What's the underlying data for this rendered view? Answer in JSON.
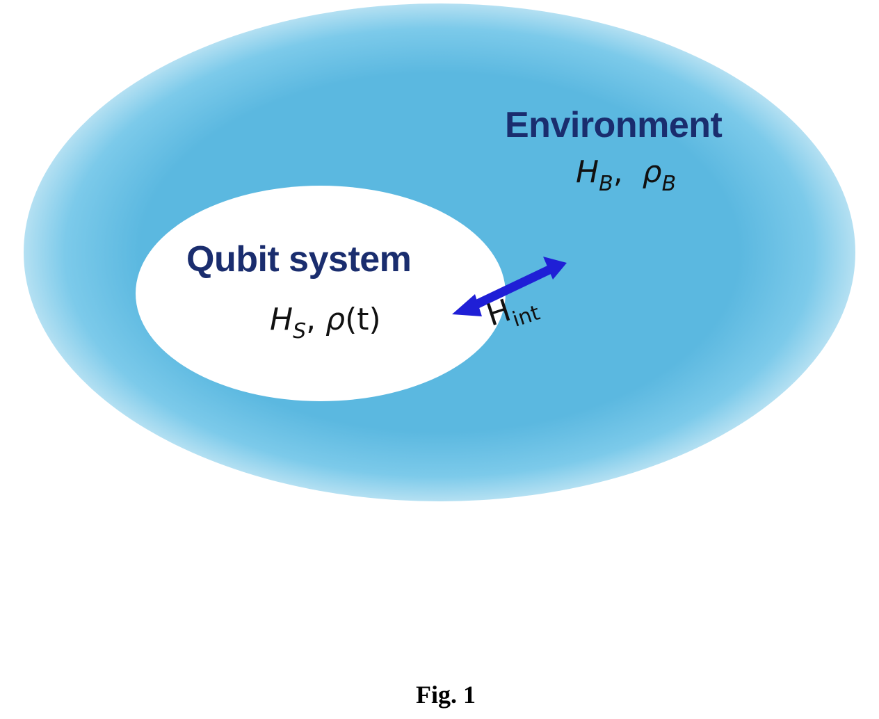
{
  "diagram": {
    "environment": {
      "title": "Environment",
      "hamiltonian": "H",
      "hamiltonian_sub": "B",
      "separator": ",",
      "state": "ρ",
      "state_sub": "B",
      "fill_color": "#5bb8e0",
      "edge_color": "#a9dbf0"
    },
    "system": {
      "title": "Qubit system",
      "hamiltonian": "H",
      "hamiltonian_sub": "S",
      "separator": ",",
      "state": "ρ",
      "state_arg": "(t)",
      "fill_color": "#ffffff"
    },
    "interaction": {
      "label": "H",
      "label_sub": "int",
      "arrow_color": "#1f1fd6",
      "arrow_type": "double-headed"
    },
    "title_color": "#1a2d6e"
  },
  "caption": {
    "text": "Fig. 1"
  }
}
